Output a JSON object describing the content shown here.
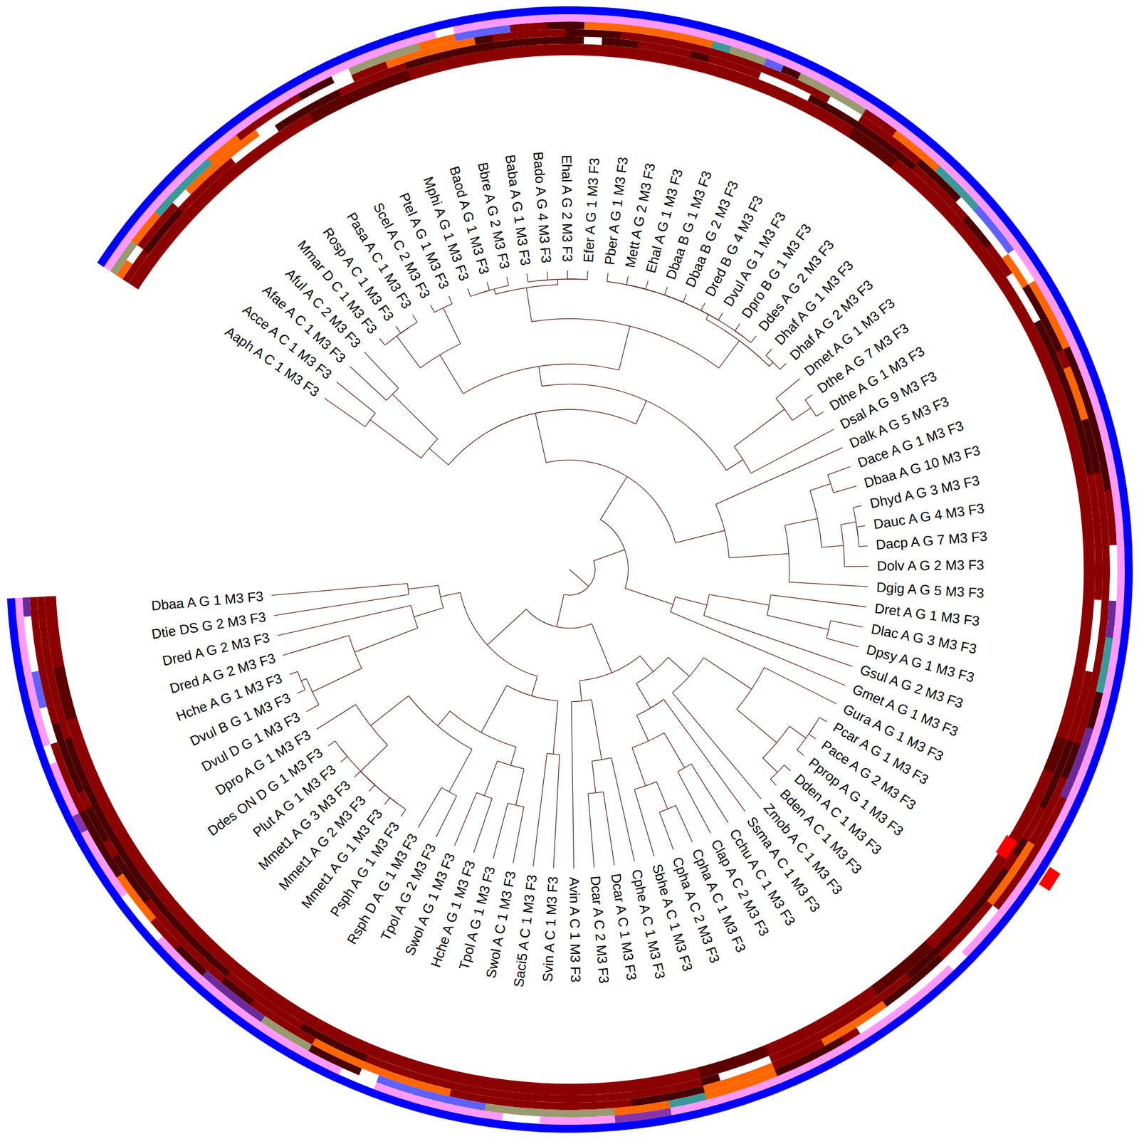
{
  "diagram": {
    "labels": [
      "Aaph A C 1 M3 F3",
      "Acce A C 1 M3 F3",
      "Afae A C 1 M3 F3",
      "Aful A C 2 M3 F3",
      "Mmar D C 1 M3 F3",
      "Rosp A C 1 M3 F3",
      "Pasa A C 1 M3 F3",
      "Scel A C 2 M3 F3",
      "Ptel A G 1 M3 F3",
      "Mphi A G 1 M3 F3",
      "Baod A G 1 M3 F3",
      "Bbre A G 2 M3 F3",
      "Baba A G 1 M3 F3",
      "Bado A G 4 M3 F3",
      "Ehal A G 2 M3 F3",
      "Efer A G 1 M3 F3",
      "Pber A G 1 M3 F3",
      "Mett A G 2 M3 F3",
      "Ehal A G 1 M3 F3",
      "Dbaa B G 1 M3 F3",
      "Dbaa B G 2 M3 F3",
      "Dred B G 4 M3 F3",
      "Dvul A G 1 M3 F3",
      "Dpro B G 1 M3 F3",
      "Ddes A G 2 M3 F3",
      "Dhaf A G 1 M3 F3",
      "Dhaf A G 2 M3 F3",
      "Dmet A G 1 M3 F3",
      "Dthe A G 7 M3 F3",
      "Dthe A G 1 M3 F3",
      "Dsal A G 9 M3 F3",
      "Dalk A G 5 M3 F3",
      "Dace A G 1 M3 F3",
      "Dbaa A G 10 M3 F3",
      "Dhyd A G 3 M3 F3",
      "Dauc A G 4 M3 F3",
      "Dacp A G 7 M3 F3",
      "Dolv A G 2 M3 F3",
      "Dgig A G 5 M3 F3",
      "Dret A G 1 M3 F3",
      "Dlac A G 3 M3 F3",
      "Dpsy A G 1 M3 F3",
      "Gsul A G 2 M3 F3",
      "Gmet A G 1 M3 F3",
      "Gura A G 1 M3 F3",
      "Pcar A G 1 M3 F3",
      "Pace A G 2 M3 F3",
      "Pprop A G 1 M3 F3",
      "Dden A C 1 M3 F3",
      "Bden A C 1 M3 F3",
      "Zmob A C 1 M3 F3",
      "Ssma A C 1 M3 F3",
      "Cchu A C 1 M3 F3",
      "Clap A C 2 M3 F3",
      "Cpha A C 1 M3 F3",
      "Cpha A C 2 M3 F3",
      "Sbhe A C 1 M3 F3",
      "Cphe A C 1 M3 F3",
      "Dcar A C 1 M3 F3",
      "Dcar A C 2 M3 F3",
      "Avin A C 1 M3 F3",
      "Svin A C 1 M3 F3",
      "Saci5 A C 1 M3 F3",
      "Swol A C 1 M3 F3",
      "Tpol A G 1 M3 F3",
      "Hche A G 1 M3 F3",
      "Swol A G 1 M3 F3",
      "Tpol A G 2 M3 F3",
      "Rsph D A G 1 M3 F3",
      "Psph A G 1 M3 F3",
      "Mmet1 A G 1 M3 F3",
      "Mmet1 A G 2 M3 F3",
      "Mmet1 A G 3 M3 F3",
      "Plut A G 1 M3 F3",
      "Ddes ON D G 1 M3 F3",
      "Dpro A G 1 M3 F3",
      "Dvul D G 1 M3 F3",
      "Dvul B G 1 M3 F3",
      "Hche A G 1 M3 F3",
      "Dred A G 2 M3 F3",
      "Dred A G 2 M3 F3",
      "Dtie DS G 2 M3 F3",
      "Dbaa A G 1 M3 F3"
    ]
  }
}
